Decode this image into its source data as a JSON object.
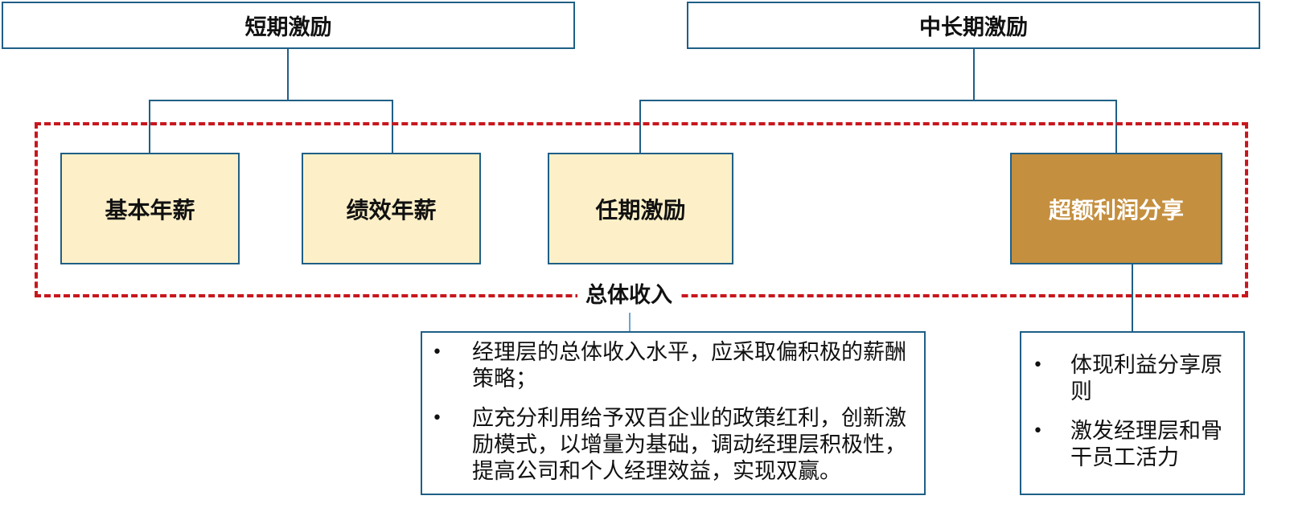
{
  "categories": {
    "short_term": "短期激励",
    "long_term": "中长期激励"
  },
  "components": [
    {
      "label": "基本年薪"
    },
    {
      "label": "绩效年薪"
    },
    {
      "label": "任期激励"
    },
    {
      "label": "超额利润分享"
    }
  ],
  "total_income_label": "总体收入",
  "notes": {
    "left": [
      "经理层的总体收入水平，应采取偏积极的薪酬策略；",
      "应充分利用给予双百企业的政策红利，创新激励模式，以增量为基础，调动经理层积极性，提高公司和个人经理效益，实现双赢。"
    ],
    "right": [
      "体现利益分享原则",
      "激发经理层和骨干员工活力"
    ]
  },
  "bullet_symbol": "•",
  "colors": {
    "connector": "#1f5f86",
    "light_fill": "#fdf0c8",
    "dark_fill": "#c48f3f",
    "dashed_frame": "#c8171e"
  }
}
